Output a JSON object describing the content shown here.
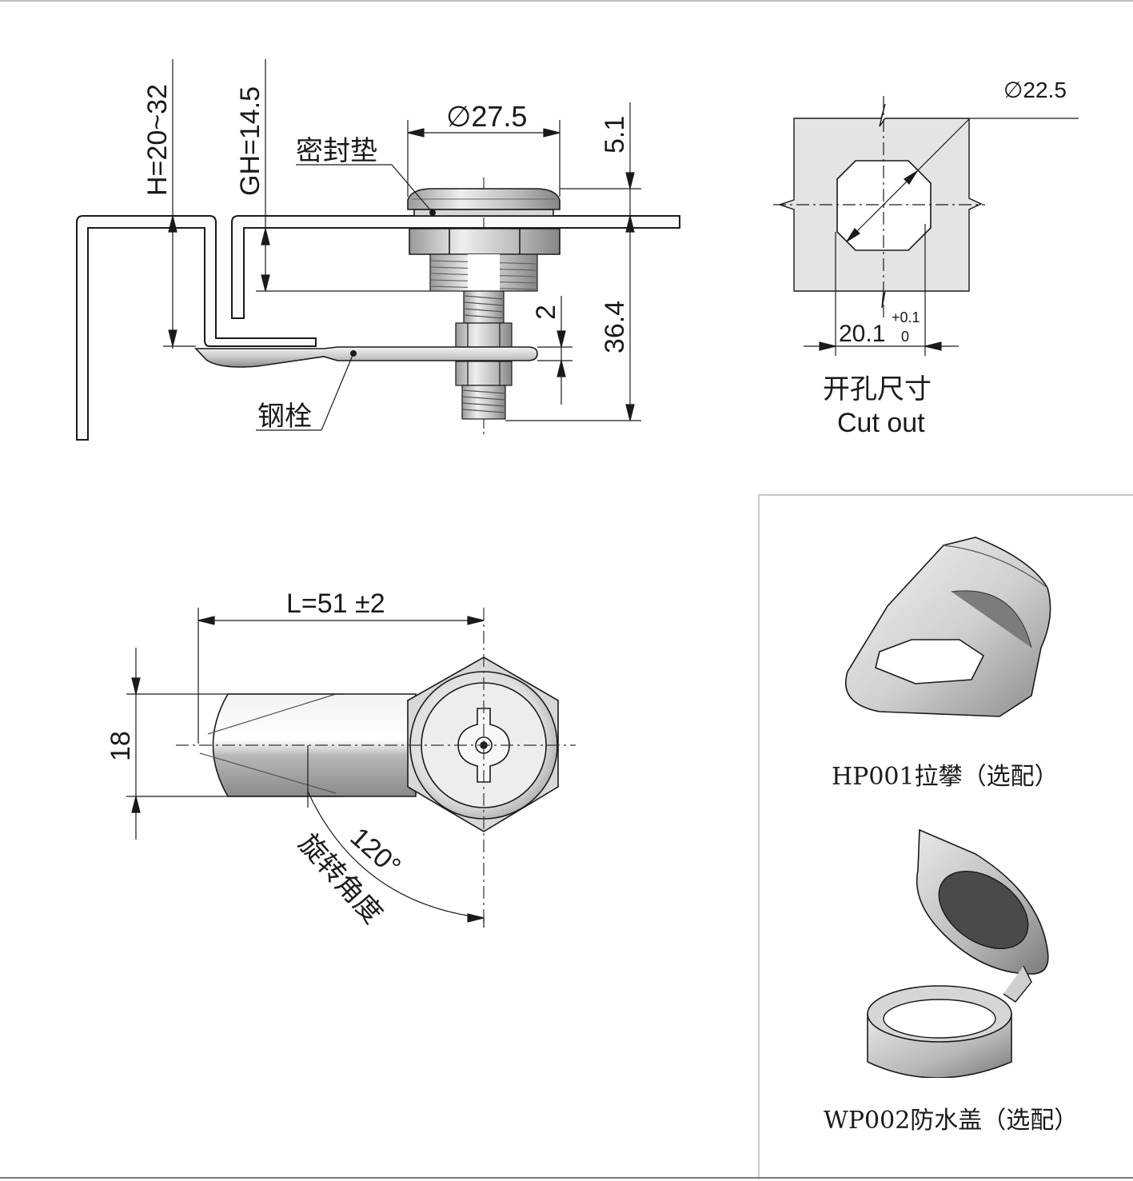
{
  "side_view": {
    "h_label": "H=20~32",
    "gh_label": "GH=14.5",
    "diameter_label": "∅27.5",
    "dim_5_1": "5.1",
    "dim_36_4": "36.4",
    "dim_2": "2",
    "gasket_label": "密封垫",
    "bolt_label": "钢栓"
  },
  "cutout": {
    "diameter_label": "∅22.5",
    "width_label": "20.1",
    "tol_upper": "+0.1",
    "tol_lower": "0",
    "title_cn": "开孔尺寸",
    "title_en": "Cut out"
  },
  "front_view": {
    "length_label": "L=51 ±2",
    "width_label": "18",
    "angle_label": "120°",
    "rotation_label": "旋转角度"
  },
  "accessories": {
    "hp001_label": "HP001拉攀（选配）",
    "wp002_label": "WP002防水盖（选配）"
  },
  "colors": {
    "line": "#1a1a1a",
    "metal_light": "#e6e6e6",
    "metal_mid": "#bcbcbc",
    "metal_dark": "#7d7d7d",
    "cutout_fill": "#e4e4e4",
    "panel_border": "#c8c8c8"
  }
}
